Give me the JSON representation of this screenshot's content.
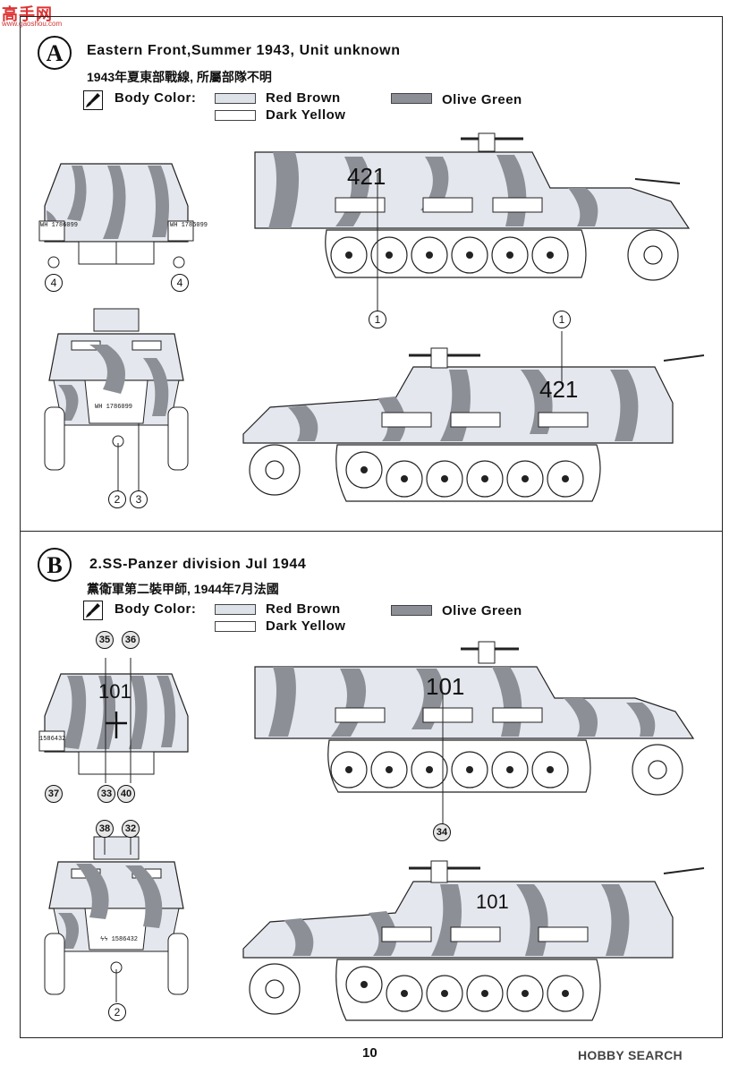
{
  "header": {
    "logo_text": "高手网",
    "logo_url": "www.gaoshou.com"
  },
  "colors": {
    "red_brown": "#dde1e8",
    "dark_yellow": "#ffffff",
    "olive_green": "#8c8f96",
    "line": "#222222"
  },
  "body_color_label": "Body Color:",
  "color_names": {
    "red_brown": "Red Brown",
    "dark_yellow": "Dark Yellow",
    "olive_green": "Olive Green"
  },
  "sections": [
    {
      "letter": "A",
      "title": "Eastern Front,Summer 1943, Unit unknown",
      "subtitle": "1943年夏東部戰線, 所屬部隊不明",
      "vehicle_number": "421",
      "plate": "WH 1786099",
      "plate_right": "WH 1786099",
      "callouts": [
        "4",
        "4",
        "1",
        "1",
        "2",
        "3"
      ]
    },
    {
      "letter": "B",
      "title": "2.SS-Panzer division  Jul 1944",
      "subtitle": "黨衛軍第二裝甲師, 1944年7月法國",
      "vehicle_number": "101",
      "plate": "ϟϟ 1586432",
      "plate_left": "1586432",
      "callouts": [
        "35",
        "36",
        "37",
        "33",
        "40",
        "34",
        "38",
        "32",
        "2"
      ]
    }
  ],
  "page_number": "10",
  "watermark": "HOBBY SEARCH"
}
